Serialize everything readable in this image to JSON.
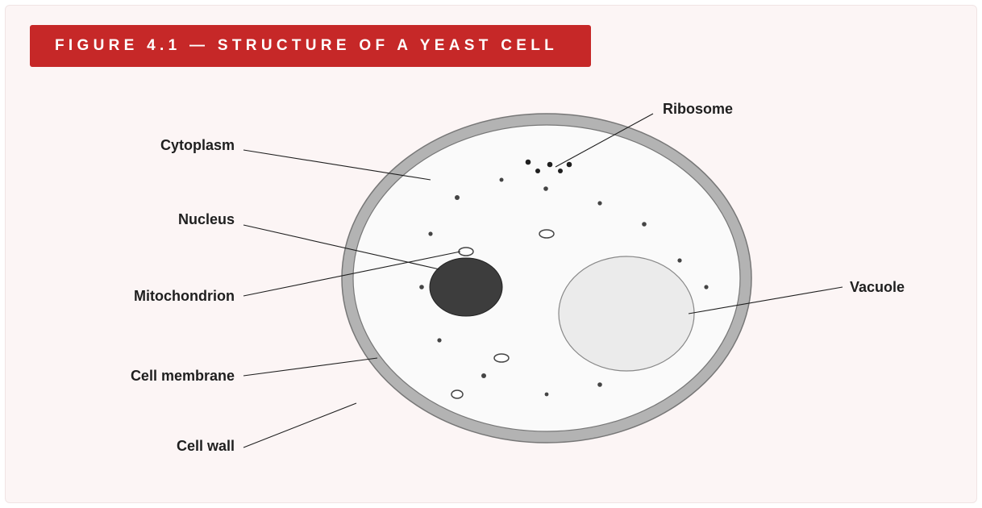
{
  "figure": {
    "title": "FIGURE 4.1 — STRUCTURE OF A YEAST CELL"
  },
  "labels": {
    "cytoplasm": "Cytoplasm",
    "nucleus": "Nucleus",
    "mitochondrion": "Mitochondrion",
    "cell_membrane": "Cell membrane",
    "cell_wall": "Cell wall",
    "ribosome": "Ribosome",
    "vacuole": "Vacuole"
  },
  "colors": {
    "banner": "#c62828",
    "cell_wall": "#b3b3b3",
    "cytoplasm": "#fafafa",
    "nucleus": "#3d3d3d",
    "vacuole": "#ebebeb",
    "leader_line": "#1f1f1f"
  }
}
